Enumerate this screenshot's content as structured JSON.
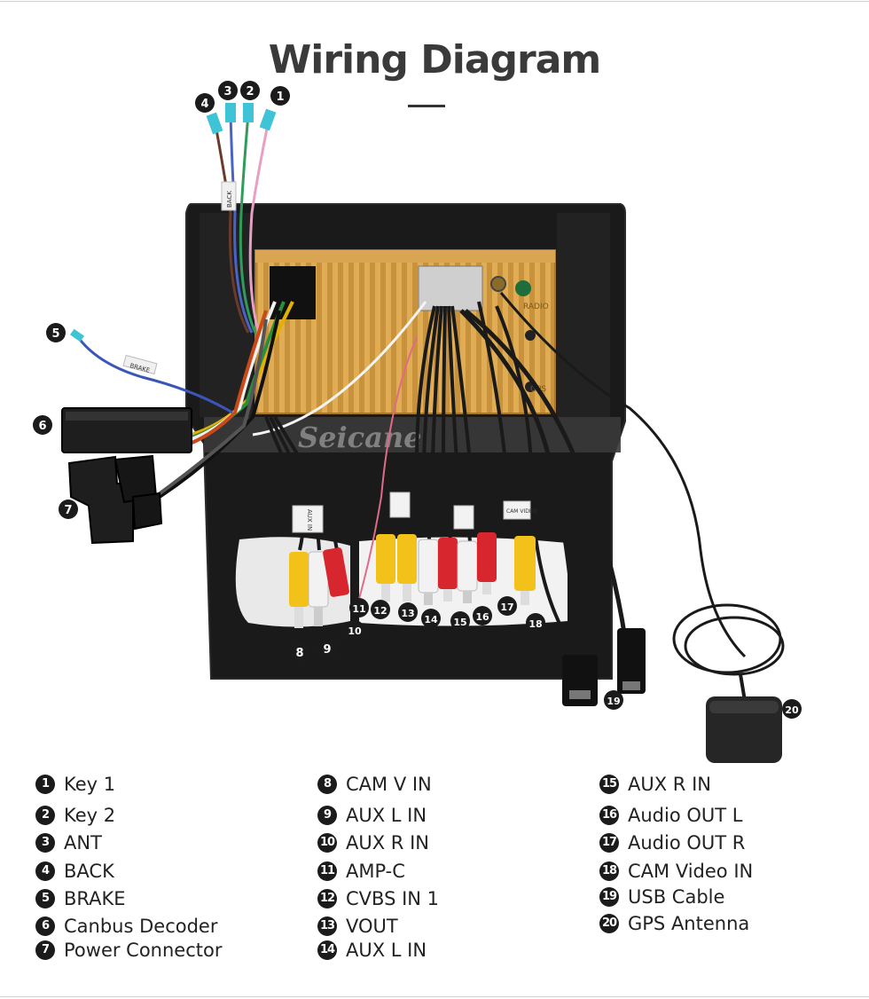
{
  "title": "Wiring Diagram",
  "watermark": "Seicane",
  "colors": {
    "title": "#3a3a3a",
    "badge": "#1b1b1b",
    "panel": "#1a1a1a",
    "pcb": "#d6a24a",
    "rca_yellow": "#f2c21a",
    "rca_red": "#d8262e",
    "rca_white": "#f2f2f2"
  },
  "wire_tags": {
    "back": "BACK",
    "brake": "BRAKE",
    "aux_in": "AUX IN",
    "cam_video": "CAM VIDEO",
    "radio": "RADIO",
    "gps": "GPS"
  },
  "callouts": [
    "1",
    "2",
    "3",
    "4",
    "5",
    "6",
    "7",
    "8",
    "9",
    "10",
    "11",
    "12",
    "13",
    "14",
    "15",
    "16",
    "17",
    "18",
    "19",
    "20"
  ],
  "legend": [
    {
      "num": "1",
      "label": "Key 1"
    },
    {
      "num": "2",
      "label": "Key 2"
    },
    {
      "num": "3",
      "label": "ANT"
    },
    {
      "num": "4",
      "label": "BACK"
    },
    {
      "num": "5",
      "label": "BRAKE"
    },
    {
      "num": "6",
      "label": "Canbus Decoder"
    },
    {
      "num": "7",
      "label": "Power Connector"
    },
    {
      "num": "8",
      "label": "CAM V IN"
    },
    {
      "num": "9",
      "label": "AUX L IN"
    },
    {
      "num": "10",
      "label": "AUX R IN"
    },
    {
      "num": "11",
      "label": "AMP-C"
    },
    {
      "num": "12",
      "label": "CVBS IN 1"
    },
    {
      "num": "13",
      "label": "VOUT"
    },
    {
      "num": "14",
      "label": "AUX L IN"
    },
    {
      "num": "15",
      "label": "AUX R IN"
    },
    {
      "num": "16",
      "label": "Audio OUT L"
    },
    {
      "num": "17",
      "label": "Audio OUT R"
    },
    {
      "num": "18",
      "label": "CAM Video IN"
    },
    {
      "num": "19",
      "label": "USB Cable"
    },
    {
      "num": "20",
      "label": "GPS Antenna"
    }
  ]
}
